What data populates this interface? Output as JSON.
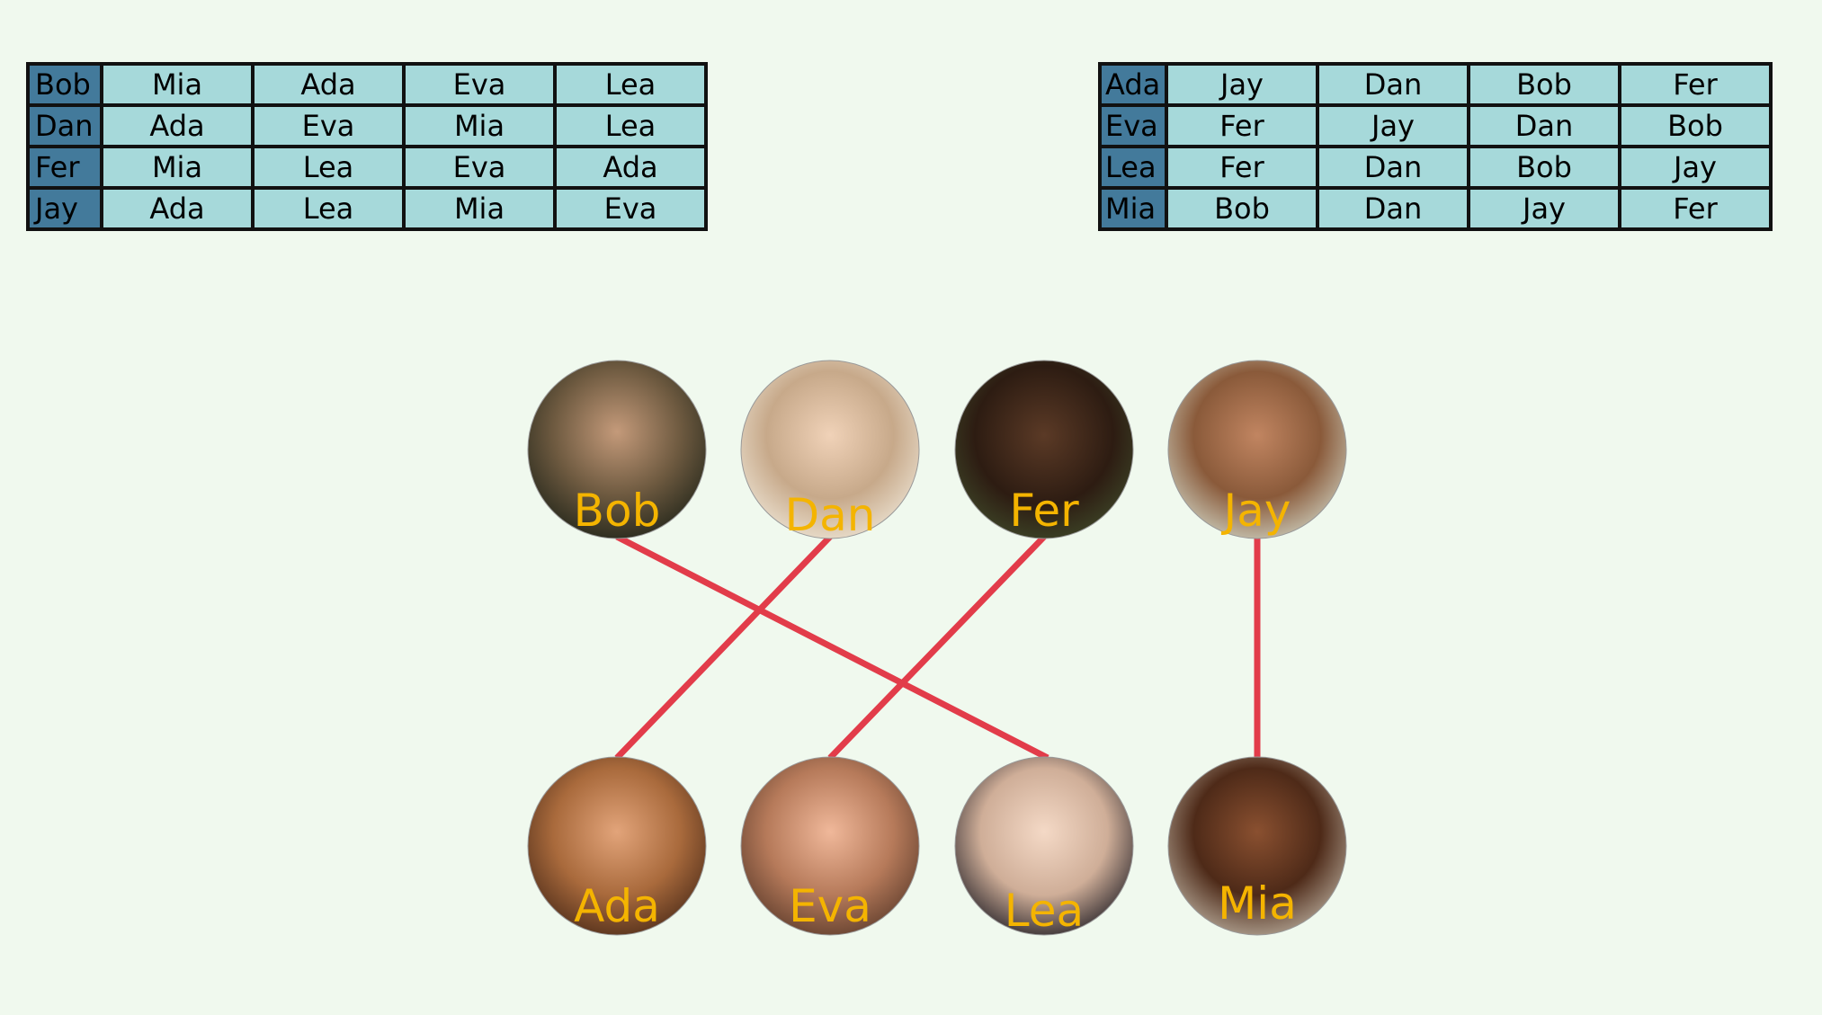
{
  "men_preferences": {
    "rows": [
      {
        "name": "Bob",
        "prefs": [
          "Mia",
          "Ada",
          "Eva",
          "Lea"
        ]
      },
      {
        "name": "Dan",
        "prefs": [
          "Ada",
          "Eva",
          "Mia",
          "Lea"
        ]
      },
      {
        "name": "Fer",
        "prefs": [
          "Mia",
          "Lea",
          "Eva",
          "Ada"
        ]
      },
      {
        "name": "Jay",
        "prefs": [
          "Ada",
          "Lea",
          "Mia",
          "Eva"
        ]
      }
    ]
  },
  "women_preferences": {
    "rows": [
      {
        "name": "Ada",
        "prefs": [
          "Jay",
          "Dan",
          "Bob",
          "Fer"
        ]
      },
      {
        "name": "Eva",
        "prefs": [
          "Fer",
          "Jay",
          "Dan",
          "Bob"
        ]
      },
      {
        "name": "Lea",
        "prefs": [
          "Fer",
          "Dan",
          "Bob",
          "Jay"
        ]
      },
      {
        "name": "Mia",
        "prefs": [
          "Bob",
          "Dan",
          "Jay",
          "Fer"
        ]
      }
    ]
  },
  "men": [
    "Bob",
    "Dan",
    "Fer",
    "Jay"
  ],
  "women": [
    "Ada",
    "Eva",
    "Lea",
    "Mia"
  ],
  "matches": [
    {
      "man": "Bob",
      "woman": "Lea"
    },
    {
      "man": "Dan",
      "woman": "Ada"
    },
    {
      "man": "Fer",
      "woman": "Eva"
    },
    {
      "man": "Jay",
      "woman": "Mia"
    }
  ],
  "colors": {
    "background": "#f0f9ee",
    "row_header": "#437a9b",
    "cell": "#a6d9da",
    "match_line": "#e23c4a",
    "name_label": "#f4b400"
  }
}
